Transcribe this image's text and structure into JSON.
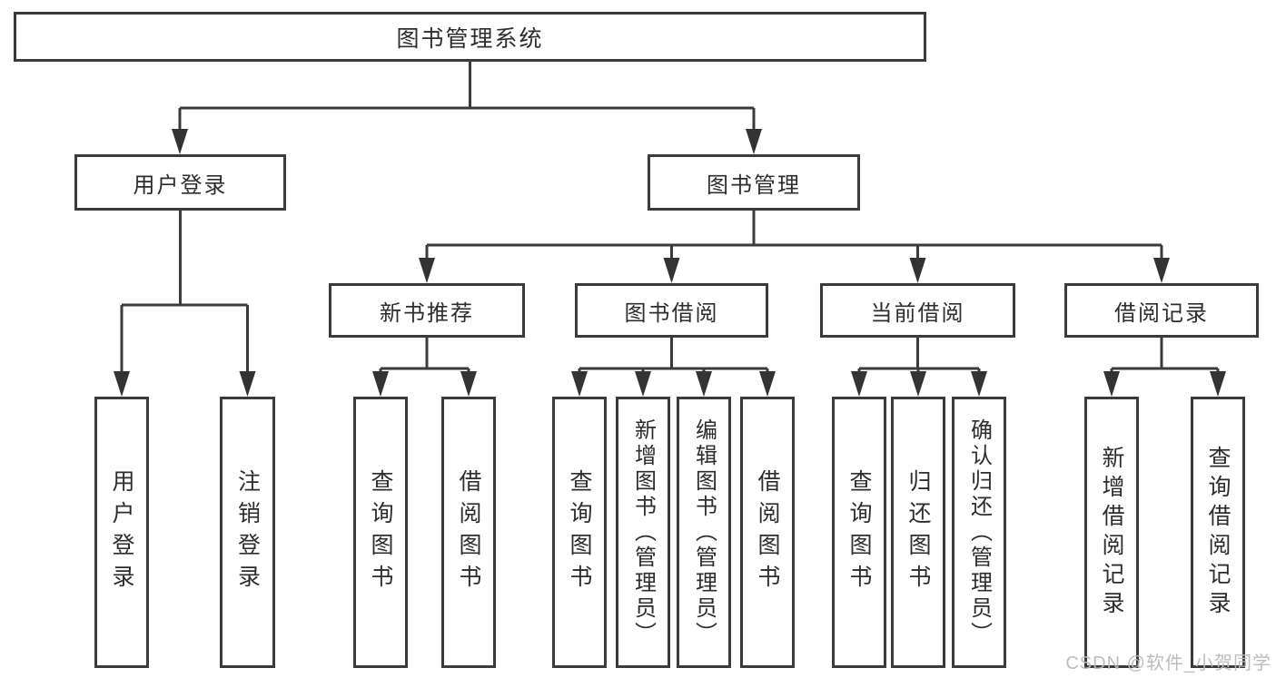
{
  "nodes": {
    "root": {
      "label": "图书管理系统"
    },
    "user_login": {
      "label": "用户登录"
    },
    "book_management": {
      "label": "图书管理"
    },
    "new_book_recommend": {
      "label": "新书推荐"
    },
    "book_borrow": {
      "label": "图书借阅"
    },
    "current_borrow": {
      "label": "当前借阅"
    },
    "borrow_record": {
      "label": "借阅记录"
    }
  },
  "leaves": {
    "user_login_group": [
      {
        "label": "用户登录"
      },
      {
        "label": "注销登录"
      }
    ],
    "new_book_group": [
      {
        "label": "查询图书"
      },
      {
        "label": "借阅图书"
      }
    ],
    "book_borrow_group": [
      {
        "label": "查询图书"
      },
      {
        "label": "新增图书（管理员）"
      },
      {
        "label": "编辑图书（管理员）"
      },
      {
        "label": "借阅图书"
      }
    ],
    "current_borrow_group": [
      {
        "label": "查询图书"
      },
      {
        "label": "归还图书"
      },
      {
        "label": "确认归还（管理员）"
      }
    ],
    "borrow_record_group": [
      {
        "label": "新增借阅记录"
      },
      {
        "label": "查询借阅记录"
      }
    ]
  },
  "watermark": {
    "text": "CSDN @软件_小贺同学"
  },
  "colors": {
    "line": "#3b3b3b",
    "text": "#2d2d2d",
    "box_background": "#ffffff",
    "watermark": "#b9b9b9"
  }
}
